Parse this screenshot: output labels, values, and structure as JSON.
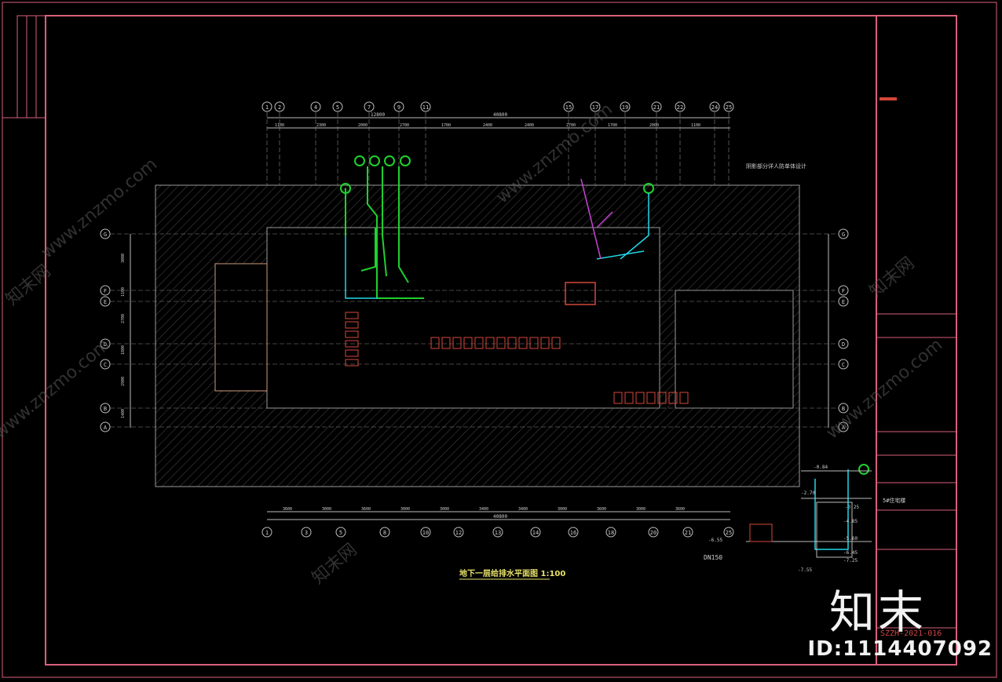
{
  "drawing": {
    "plan_title": "地下一层给排水平面图 1:100",
    "note_right": "阴影部分详人防单体设计",
    "dim_overall_top": "40800",
    "dim_overall_bottom": "40800",
    "dim_sub_top_left": "12800",
    "dim_top_segments": [
      "1100",
      "2300",
      "2000",
      "2700",
      "1700",
      "2400",
      "2400",
      "2700",
      "1700",
      "2000",
      "1100"
    ],
    "dim_bottom_segments": [
      "3600",
      "3000",
      "3600",
      "3000",
      "3000",
      "3400",
      "3400",
      "3000",
      "3600",
      "3000",
      "3600"
    ],
    "dim_left": [
      "3000",
      "1100",
      "2700",
      "1800",
      "2900",
      "1400"
    ],
    "grid_top": [
      "1",
      "2",
      "4",
      "5",
      "7",
      "9",
      "11",
      "15",
      "17",
      "19",
      "21",
      "22",
      "24",
      "25"
    ],
    "grid_bottom": [
      "1",
      "3",
      "5",
      "8",
      "10",
      "12",
      "13",
      "14",
      "16",
      "18",
      "20",
      "21",
      "25"
    ],
    "grid_rows": [
      "G",
      "F",
      "E",
      "D",
      "C",
      "B",
      "A"
    ],
    "section_levels": [
      "-0.84",
      "-2.70",
      "-3.25",
      "-4.85",
      "-5.60",
      "-6.45",
      "-7.25",
      "-6.55",
      "-7.55"
    ],
    "pipe_label": "DN150",
    "drawing_number": "SZZH-2021-016",
    "watermark_site": "www.znzmo.com",
    "watermark_cn": "知末网",
    "brand": "知末",
    "id_label": "ID:1114407092",
    "project_label": "5#住宅楼"
  },
  "colors": {
    "frame": "#d9607a",
    "grid": "#bdbdbd",
    "pipe_green": "#1fd12c",
    "pipe_cyan": "#21d7e8",
    "pipe_magenta": "#c845d6",
    "equipment_red": "#d4473a",
    "text_yellow": "#e8e26a"
  }
}
